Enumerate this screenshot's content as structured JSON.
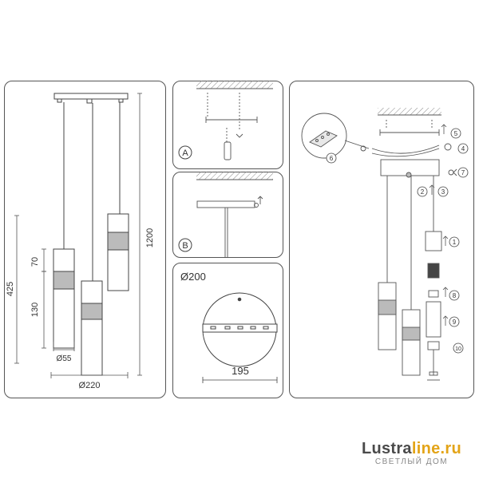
{
  "main_drawing": {
    "dims": {
      "height_total": "1200",
      "height_shade": "425",
      "upper": "70",
      "lower": "130",
      "shade_diameter": "Ø55",
      "canopy_width": "Ø220"
    }
  },
  "panel_a": {
    "letter": "A"
  },
  "panel_b": {
    "letter": "B"
  },
  "canopy_plate": {
    "diameter": "Ø200",
    "bracket": "195"
  },
  "assembly": {
    "steps": [
      "1",
      "2",
      "3",
      "4",
      "5",
      "6",
      "7",
      "8",
      "9",
      "10"
    ]
  },
  "watermark": {
    "brand_part1": "Lustra",
    "brand_part2": "line.ru",
    "tagline": "СВЕТЛЫЙ ДОМ"
  }
}
